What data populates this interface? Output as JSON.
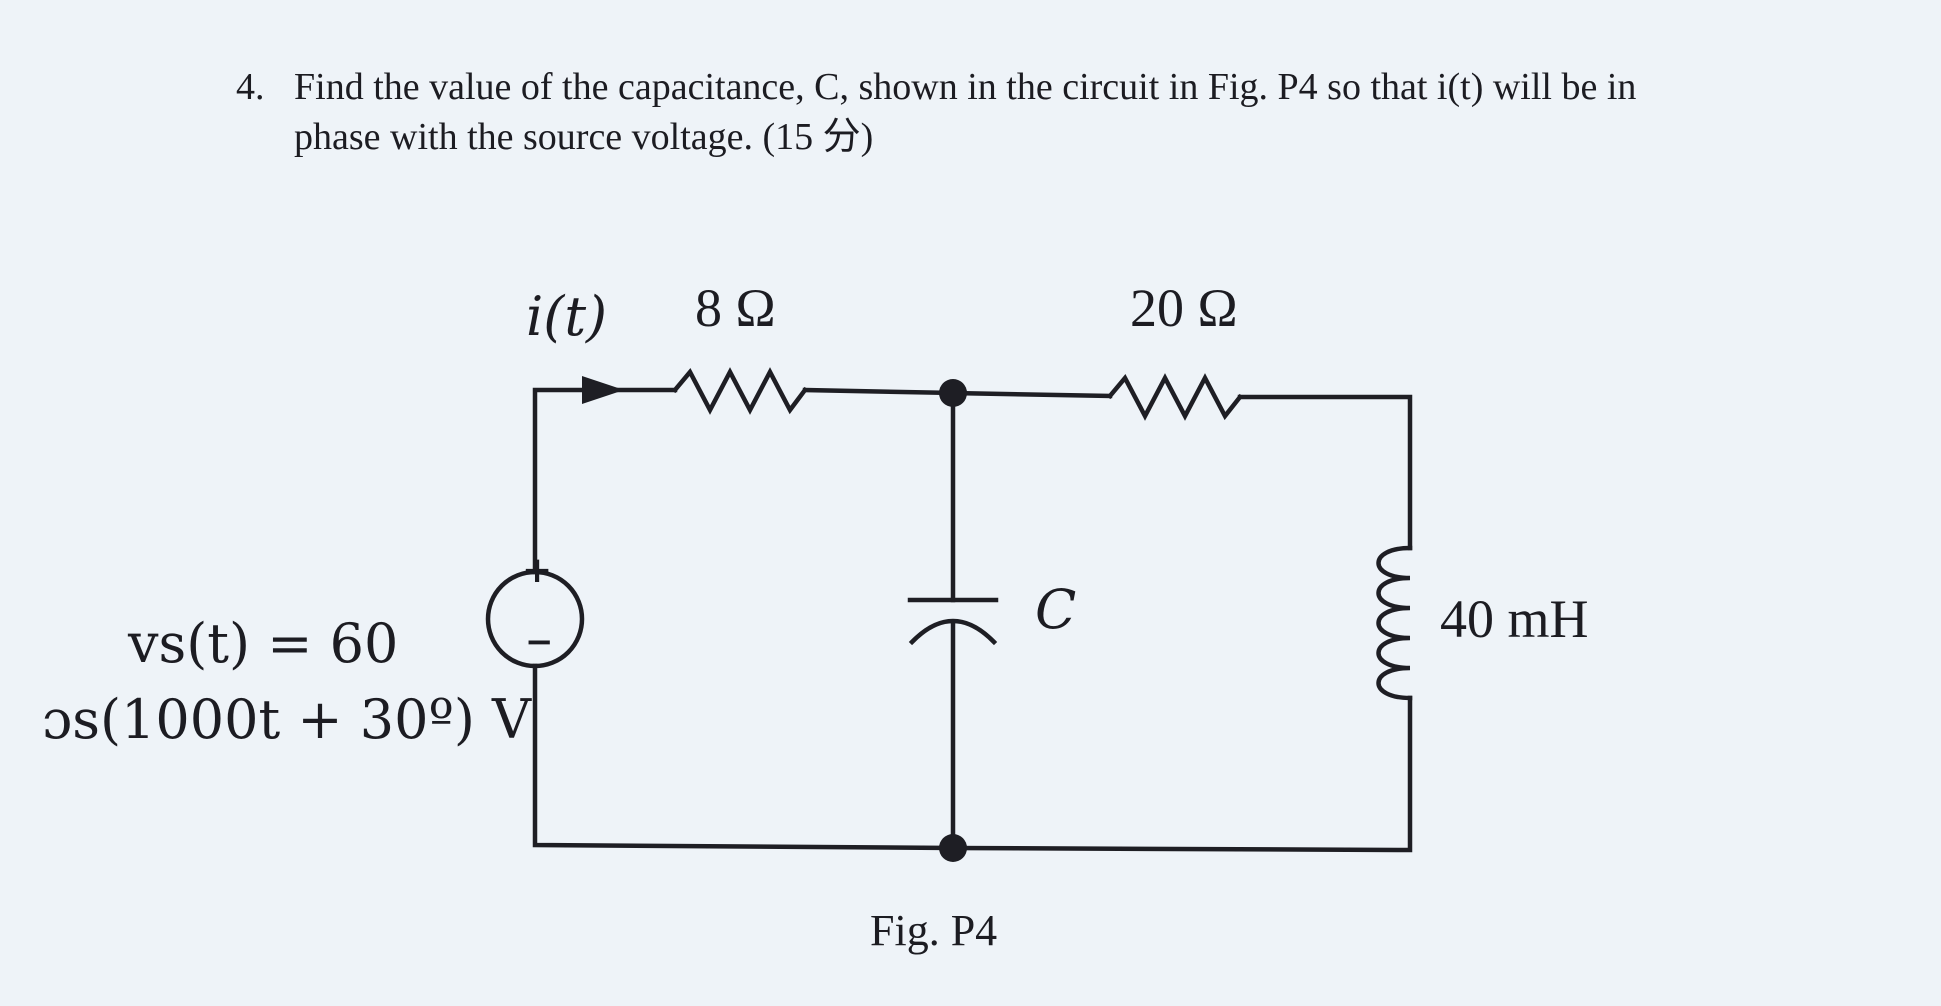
{
  "problem": {
    "number": "4.",
    "line1": "Find the value of the capacitance, C, shown in the circuit in Fig. P4 so that i(t) will be in",
    "line2": "phase with the source voltage. (15 分)"
  },
  "circuit": {
    "current_label": "i(t)",
    "resistor1_label": "8 Ω",
    "resistor2_label": "20 Ω",
    "capacitor_label": "C",
    "inductor_label": "40 mH",
    "source_plus": "+",
    "source_minus": "−",
    "source_eq_line1": "vs(t) = 60",
    "source_eq_line2": "ɔs(1000t + 30º) V"
  },
  "caption": "Fig. P4"
}
